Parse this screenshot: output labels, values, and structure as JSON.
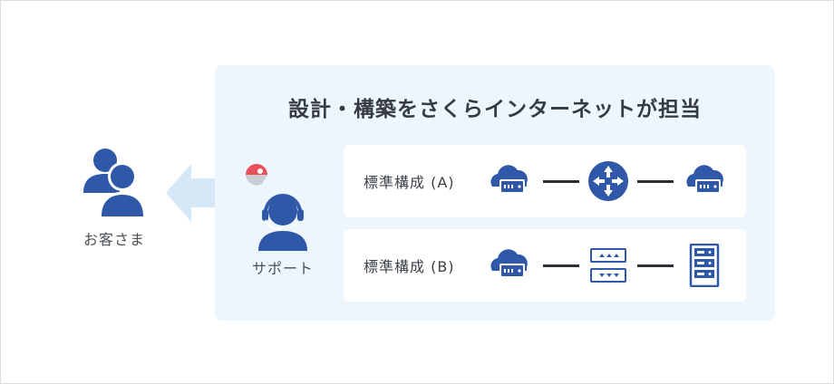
{
  "panel": {
    "title": "設計・構築をさくらインターネットが担当"
  },
  "customer": {
    "label": "お客さま",
    "icon": "customer-users-icon"
  },
  "support": {
    "label": "サポート",
    "icon": "support-headset-icon"
  },
  "configurations": [
    {
      "label": "標準構成 (A)",
      "nodes": [
        "cloud-server-icon",
        "router-icon",
        "cloud-server-icon"
      ]
    },
    {
      "label": "標準構成 (B)",
      "nodes": [
        "cloud-server-icon",
        "switch-icon",
        "server-rack-icon"
      ]
    }
  ],
  "colors": {
    "primary": "#2f59a8",
    "panel_bg": "#eef6fd",
    "arrow": "#d6e8f7",
    "accent_red": "#e8505b"
  }
}
